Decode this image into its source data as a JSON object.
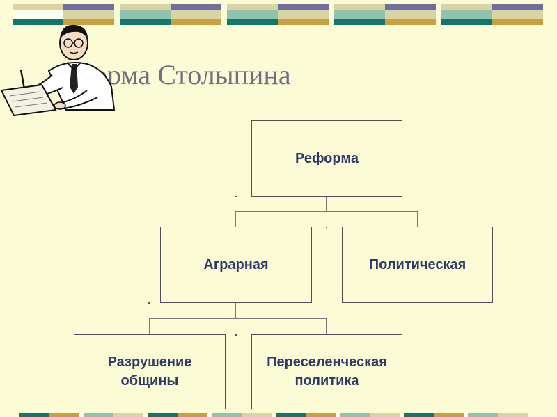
{
  "title": "Реформа Столыпина",
  "title_visible": "орма Столыпина",
  "diagram": {
    "root": "Реформа",
    "level2": [
      "Аграрная",
      "Политическая"
    ],
    "level3": [
      "Разрушение общины",
      "Переселенческая политика"
    ]
  },
  "decor": {
    "illustration": "writing-man-clipart",
    "colors": {
      "background": "#fbfbd5",
      "title": "#6e6e85",
      "box_text": "#2e3a6a",
      "box_border": "#5a4a5a"
    }
  }
}
